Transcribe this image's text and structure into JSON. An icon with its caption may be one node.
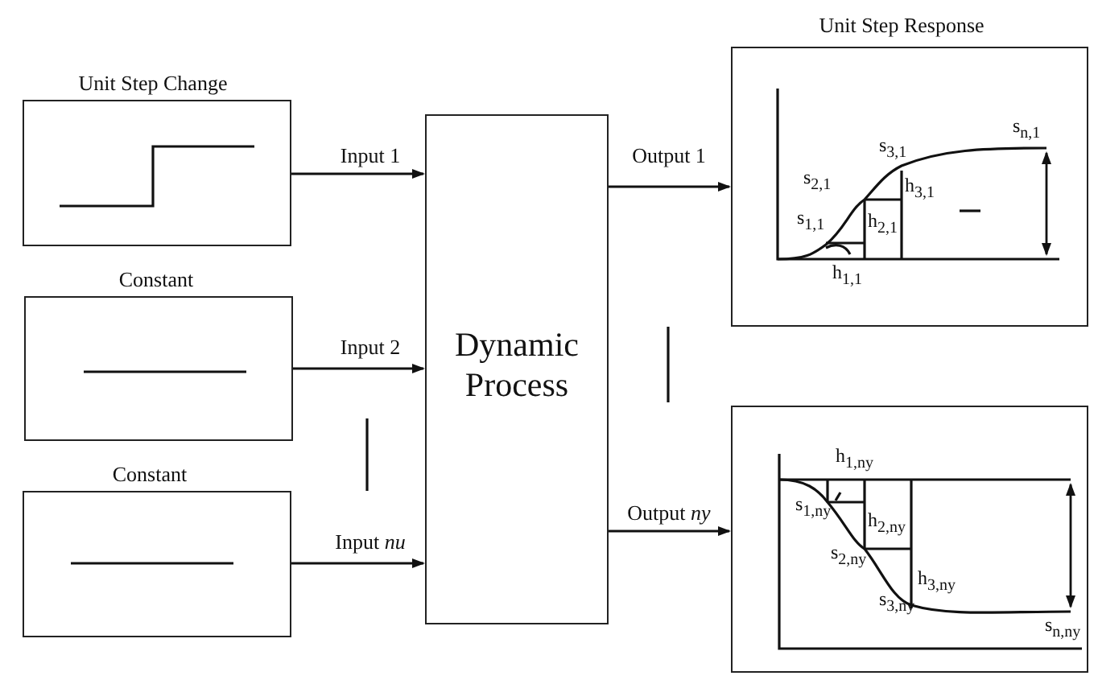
{
  "diagram": {
    "nodes": [
      {
        "text": [
          "Unit Step Change"
        ]
      },
      {
        "text": [
          "Constant"
        ]
      },
      {
        "text": [
          "Constant"
        ]
      },
      {
        "text": [
          "Dynamic Process"
        ]
      },
      {
        "text": [
          "Unit Step Response"
        ]
      },
      {
        "text": [],
        "shape": "box"
      }
    ],
    "edges": [
      {
        "from": 0,
        "to": 3,
        "arrow": "to",
        "label": "Input 1"
      },
      {
        "from": 1,
        "to": 3,
        "arrow": "to",
        "label": "Input 2"
      },
      {
        "from": 2,
        "to": 3,
        "arrow": "to",
        "label": "Input *nu*"
      },
      {
        "from": 3,
        "to": 4,
        "arrow": "to",
        "label": "Output 1"
      },
      {
        "from": 3,
        "to": 5,
        "arrow": "to",
        "label": "Output *ny*"
      }
    ],
    "labels": [
      "s$_{n,1}$",
      "s$_{3,1}$",
      "s$_{2,1}$",
      "h$_{3,1}$",
      "s$_{1,1}$",
      "h$_{2,1}$",
      "h$_{1,1}$",
      "h$_{1,ny}$",
      "s$_{1,ny}$",
      "h$_{2,ny}$",
      "s$_{2,ny}$",
      "h$_{3,ny}$",
      "s$_{3,ny}$",
      "s$_{n,ny}$"
    ]
  }
}
